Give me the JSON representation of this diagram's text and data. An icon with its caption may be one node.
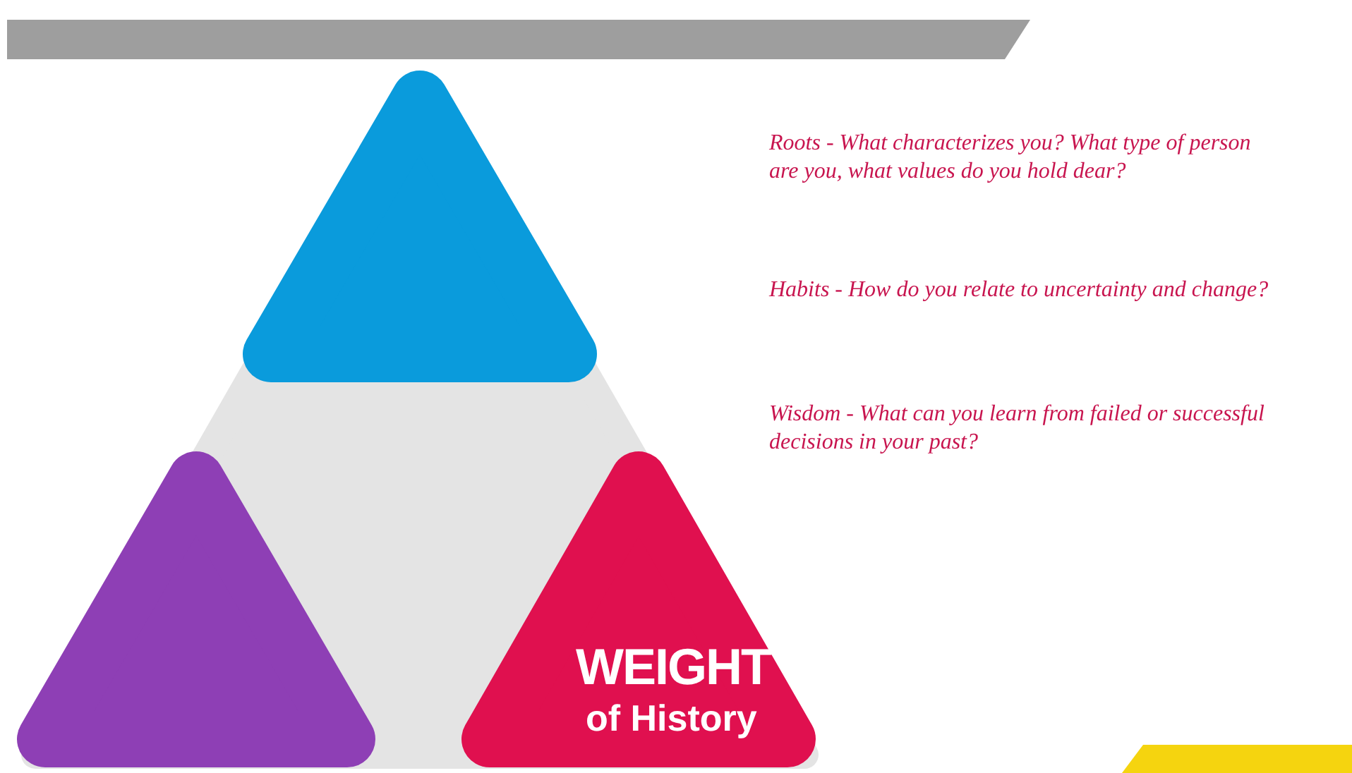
{
  "diagram": {
    "nodes": [
      {
        "text": [],
        "shape": "triangle"
      },
      {
        "text": [],
        "shape": "triangle"
      },
      {
        "text": [
          "WEIGHT",
          "of History"
        ]
      }
    ],
    "labels": [
      "Roots - What characterizes you? What type of person are you, what values do you hold dear?",
      "Habits - How do you relate to uncertainty and change?",
      "Wisdom - What can you learn from failed or successful decisions in your past?"
    ]
  }
}
